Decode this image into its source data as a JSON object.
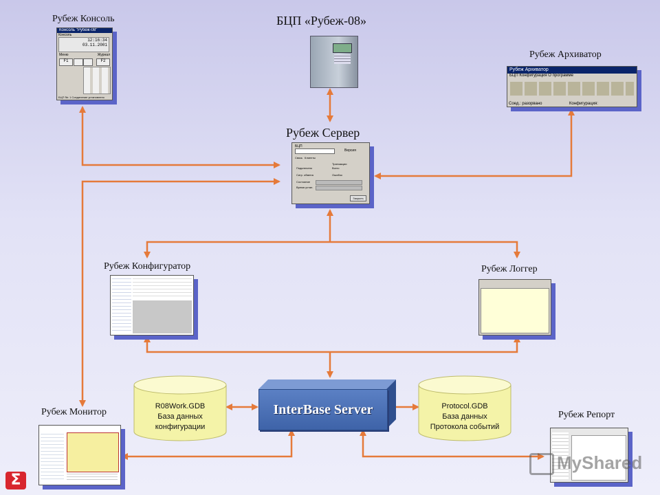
{
  "labels": {
    "console": "Рубеж Консоль",
    "bcp": "БЦП «Рубеж-08»",
    "archiver": "Рубеж Архиватор",
    "server": "Рубеж Сервер",
    "configurator": "Рубеж Конфигуратор",
    "logger": "Рубеж Логгер",
    "monitor": "Рубеж Монитор",
    "report": "Рубеж Репорт"
  },
  "interbase": {
    "title": "InterBase Server"
  },
  "db_left": {
    "line1": "R08Work.GDB",
    "line2": "База данных",
    "line3": "конфигурации"
  },
  "db_right": {
    "line1": "Protocol.GDB",
    "line2": "База данных",
    "line3": "Протокола событий"
  },
  "console_screen": {
    "title": "Консоль \"Рубеж-08\"",
    "menu": "Консоль",
    "time": "12:16:34",
    "date": "03.11.2001",
    "left": "Меню",
    "right": "Журнал",
    "f1": "F1",
    "f2": "F2",
    "status": "БЦП №: 1     Соединение установлено"
  },
  "archiver_screen": {
    "title": "Рубеж Архиватор",
    "menu": "БЦП   Конфигурация   О программе",
    "status1": "Соед.: разорвано",
    "status2": "Конфигурация:"
  },
  "server_screen": {
    "tab1": "Связь",
    "tab2": "Клиенты",
    "f1": "БЦП",
    "f2": "Версия",
    "f3": "Транзакции",
    "f4": "Подключено",
    "f5": "Всего",
    "f6": "Сигр. обмена",
    "f7": "Ошибок",
    "f8": "Состояние",
    "f9": "Время устан.",
    "close": "Закрыть"
  },
  "watermark": "MyShared",
  "logo_glyph": "Σ",
  "colors": {
    "wire": "#e57a3a",
    "shadow": "#5b64c8",
    "db_fill": "#f4f3a8",
    "ib": "#4a6fb5"
  }
}
